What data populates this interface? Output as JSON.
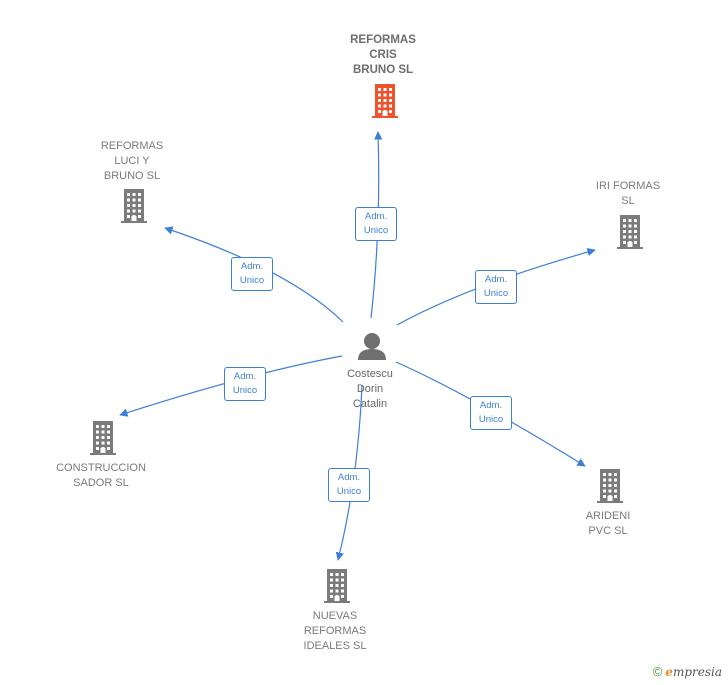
{
  "center": {
    "name": "Costescu\nDorin\nCatalin"
  },
  "edge_label": "Adm.\nUnico",
  "companies": [
    {
      "id": "reformas-cris-bruno",
      "name": "REFORMAS\nCRIS\nBRUNO  SL",
      "highlight": true
    },
    {
      "id": "reformas-luci-bruno",
      "name": "REFORMAS\nLUCI Y\nBRUNO  SL",
      "highlight": false
    },
    {
      "id": "iri-formas",
      "name": "IRI FORMAS\nSL",
      "highlight": false
    },
    {
      "id": "construccion-sador",
      "name": "CONSTRUCCION\nSADOR  SL",
      "highlight": false
    },
    {
      "id": "arideni-pvc",
      "name": "ARIDENI\nPVC  SL",
      "highlight": false
    },
    {
      "id": "nuevas-reformas-ideales",
      "name": "NUEVAS\nREFORMAS\nIDEALES  SL",
      "highlight": false
    }
  ],
  "colors": {
    "edge": "#3d7fd6",
    "building": "#7b7b7b",
    "highlight": "#f0532b",
    "person": "#6f6f6f"
  },
  "footer": {
    "copyright": "©",
    "brand_initial": "e",
    "brand_rest": "mpresia"
  }
}
